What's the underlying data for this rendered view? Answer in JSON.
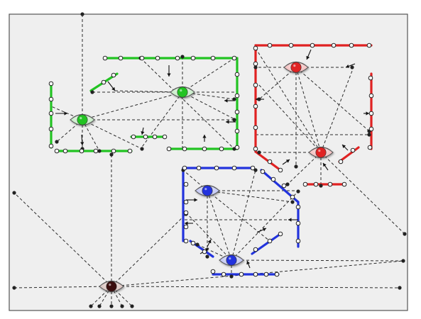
{
  "colors": {
    "green": "#22c322",
    "red": "#e02222",
    "blue": "#2233dd",
    "observer": "#3a0c0c",
    "background": "#efefef",
    "frame": "#555555"
  },
  "icons": [
    "eye-icon"
  ],
  "observers": [
    {
      "id": "green-observer-1",
      "color": "green"
    },
    {
      "id": "green-observer-2",
      "color": "green"
    },
    {
      "id": "red-observer-1",
      "color": "red"
    },
    {
      "id": "red-observer-2",
      "color": "red"
    },
    {
      "id": "blue-observer-1",
      "color": "blue"
    },
    {
      "id": "blue-observer-2",
      "color": "blue"
    },
    {
      "id": "dark-observer",
      "color": "observer"
    }
  ],
  "wall_groups": [
    {
      "id": "green-walls",
      "color": "green"
    },
    {
      "id": "red-walls",
      "color": "red"
    },
    {
      "id": "blue-walls",
      "color": "blue"
    }
  ]
}
